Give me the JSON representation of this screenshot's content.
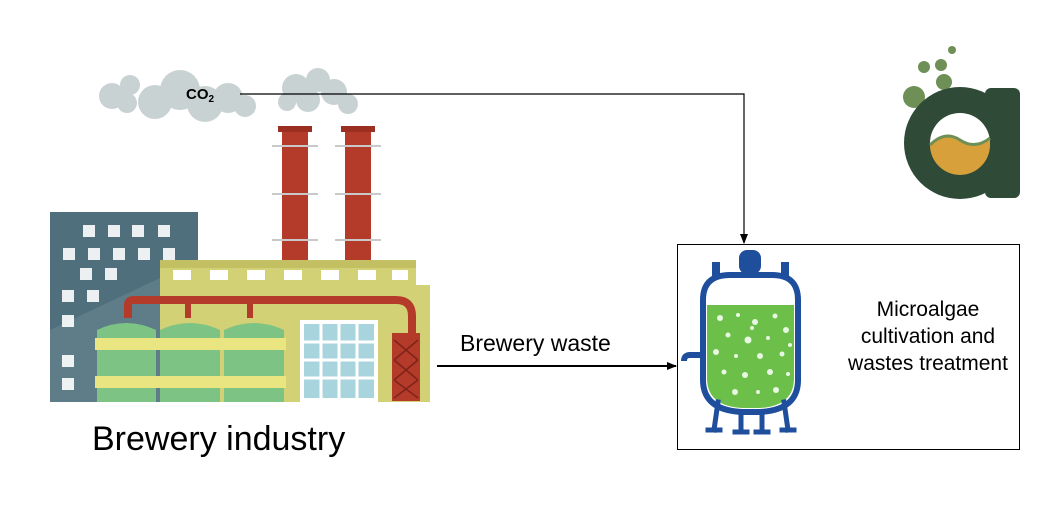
{
  "labels": {
    "co2": "CO",
    "co2_subscript": "2",
    "brewery_waste": "Brewery waste",
    "brewery_industry": "Brewery industry",
    "process_lines": [
      "Microalgae",
      "cultivation and",
      "wastes treatment"
    ]
  },
  "icons": {
    "factory": "factory-icon",
    "bioreactor": "bioreactor-icon",
    "logo": "algae-logo-icon",
    "clouds": "smoke-cloud-icon"
  },
  "colors": {
    "chimney_red": "#b43a2a",
    "tank_green": "#7dc383",
    "building_yellow": "#d3d176",
    "building_slate": "#4f6f7c",
    "reactor_blue": "#1f4e9c",
    "reactor_liquid": "#6cc04a",
    "logo_dark": "#2f4a36",
    "logo_gold": "#d7a03a",
    "cloud_gray": "#c9d2d2"
  }
}
